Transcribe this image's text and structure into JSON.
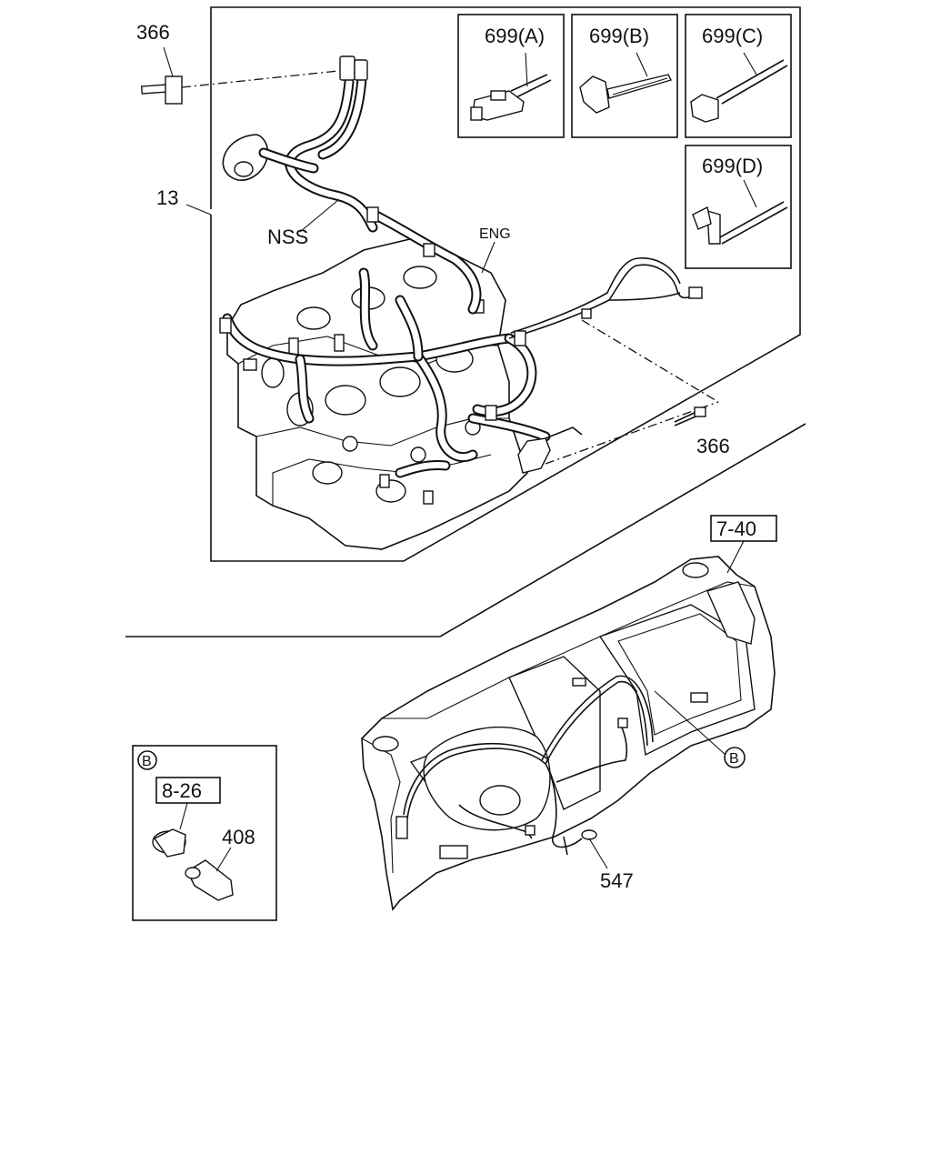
{
  "callouts": {
    "c366_top": "366",
    "c13": "13",
    "nss": "NSS",
    "eng": "ENG",
    "c366_right": "366",
    "ref_7_40": "7-40",
    "b_marker_main": "B",
    "b_marker_inset": "B",
    "ref_8_26": "8-26",
    "c408": "408",
    "c547": "547"
  },
  "clip_panels": [
    {
      "label": "699(A)"
    },
    {
      "label": "699(B)"
    },
    {
      "label": "699(C)"
    },
    {
      "label": "699(D)"
    }
  ]
}
